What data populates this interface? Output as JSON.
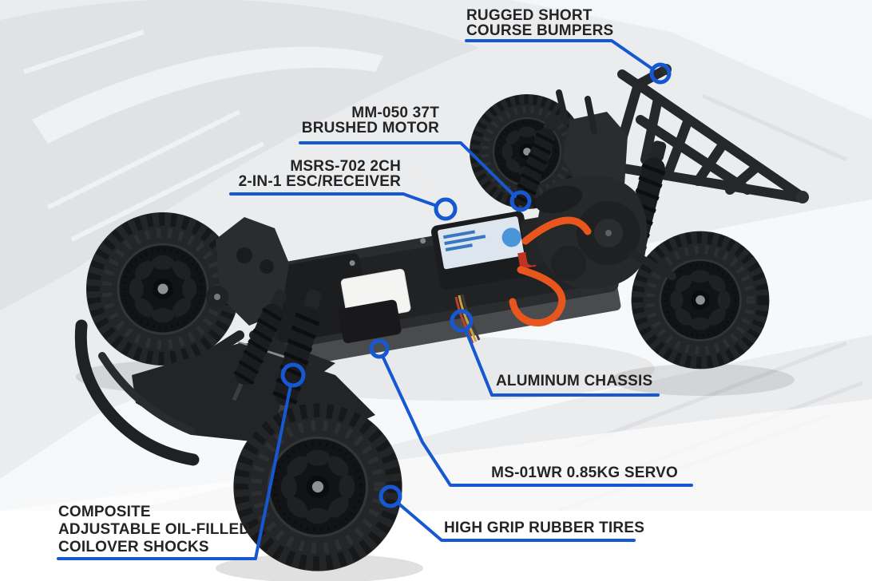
{
  "colors": {
    "accent_blue": "#1658d2",
    "label_text": "#242424",
    "background": "#ebecee"
  },
  "callouts": {
    "bumpers": {
      "lines": [
        "RUGGED SHORT",
        "COURSE BUMPERS"
      ]
    },
    "motor": {
      "lines": [
        "MM-050 37T",
        "BRUSHED MOTOR"
      ]
    },
    "esc": {
      "lines": [
        "MSRS-702 2CH",
        "2-IN-1 ESC/RECEIVER"
      ]
    },
    "chassis": {
      "lines": [
        "ALUMINUM CHASSIS"
      ]
    },
    "servo": {
      "lines": [
        "MS-01WR 0.85KG SERVO"
      ]
    },
    "tires": {
      "lines": [
        "HIGH GRIP RUBBER TIRES"
      ]
    },
    "shocks": {
      "lines": [
        "COMPOSITE",
        "ADJUSTABLE OIL-FILLED",
        "COILOVER SHOCKS"
      ]
    }
  }
}
